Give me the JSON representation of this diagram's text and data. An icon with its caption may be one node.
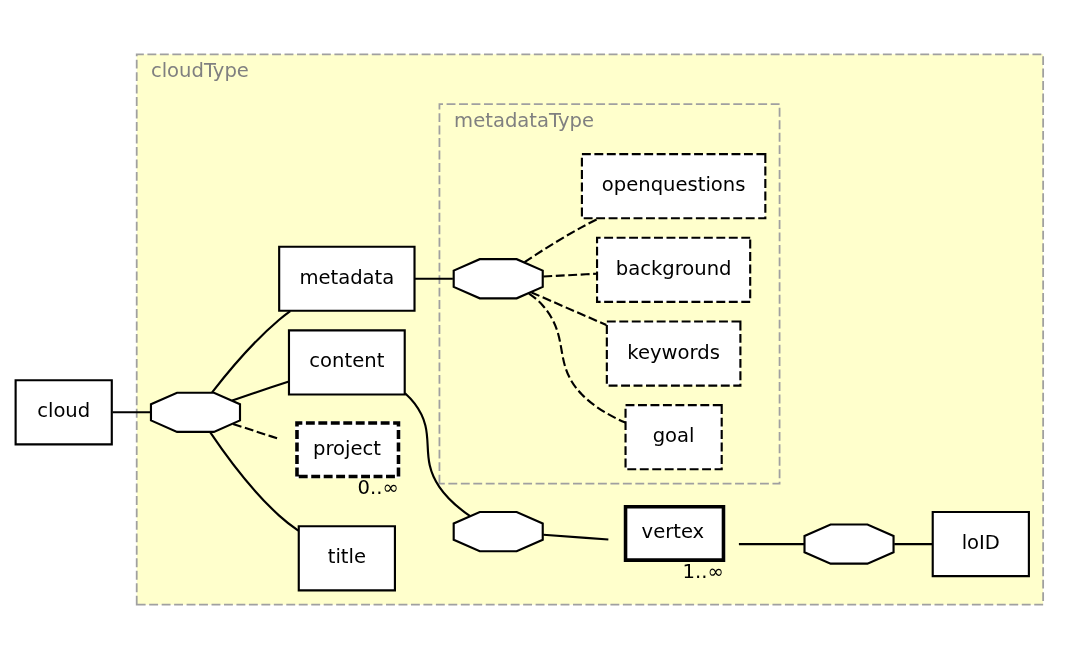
{
  "diagram": {
    "nodes": [
      {
        "text": [
          "cloud"
        ]
      },
      {
        "text": [
          "cloudType"
        ]
      },
      {
        "text": [],
        "shape": "octagon",
        "in": 1
      },
      {
        "text": [
          "title"
        ],
        "in": 1
      },
      {
        "text": [
          "project"
        ],
        "in": 1,
        "beside": [
          "0..∞"
        ]
      },
      {
        "text": [
          "content"
        ],
        "in": 1
      },
      {
        "text": [],
        "shape": "octagon",
        "in": 1
      },
      {
        "text": [
          "vertex"
        ],
        "in": 1,
        "beside": [
          "1..∞"
        ]
      },
      {
        "text": [],
        "shape": "octagon",
        "in": 1
      },
      {
        "text": [
          "loID"
        ],
        "in": 1
      },
      {
        "text": [
          "metadata"
        ],
        "in": 1
      },
      {
        "text": [
          "metadataType"
        ],
        "in": 1
      },
      {
        "text": [],
        "shape": "octagon",
        "in": 11
      },
      {
        "text": [
          "goal"
        ],
        "in": 11
      },
      {
        "text": [
          "keywords"
        ],
        "in": 11
      },
      {
        "text": [
          "background"
        ],
        "in": 11
      },
      {
        "text": [
          "openquestions"
        ],
        "in": 11
      }
    ],
    "edges": [
      {
        "from": 0,
        "to": 2,
        "arrow": "none"
      },
      {
        "from": 2,
        "to": 3,
        "arrow": "none"
      },
      {
        "from": 2,
        "to": 4,
        "arrow": "none",
        "style": "dashed"
      },
      {
        "from": 2,
        "to": 5,
        "arrow": "none"
      },
      {
        "from": 2,
        "to": 10,
        "arrow": "none"
      },
      {
        "from": 5,
        "to": 6,
        "arrow": "none"
      },
      {
        "from": 6,
        "to": 7,
        "arrow": "none"
      },
      {
        "from": 7,
        "to": 8,
        "arrow": "none"
      },
      {
        "from": 8,
        "to": 9,
        "arrow": "none"
      },
      {
        "from": 10,
        "to": 12,
        "arrow": "none"
      },
      {
        "from": 12,
        "to": 13,
        "arrow": "none",
        "style": "dashed"
      },
      {
        "from": 12,
        "to": 14,
        "arrow": "none",
        "style": "dashed"
      },
      {
        "from": 12,
        "to": 15,
        "arrow": "none",
        "style": "dashed"
      },
      {
        "from": 12,
        "to": 16,
        "arrow": "none",
        "style": "dashed"
      }
    ]
  }
}
